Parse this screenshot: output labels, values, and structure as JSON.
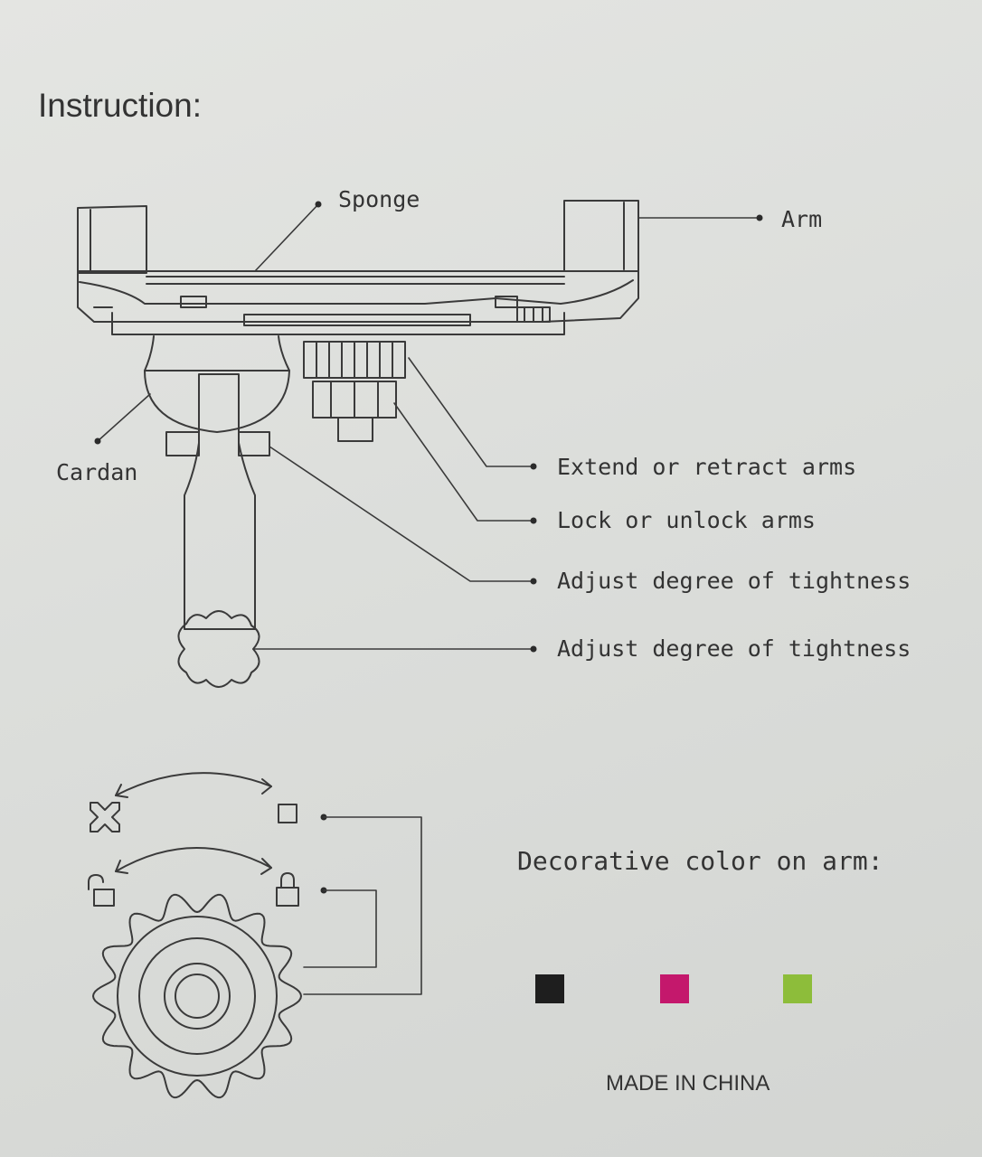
{
  "title": "Instruction:",
  "labels": {
    "sponge": "Sponge",
    "arm": "Arm",
    "cardan": "Cardan",
    "extend": "Extend or retract arms",
    "lock": "Lock or unlock arms",
    "tight1": "Adjust degree of tightness",
    "tight2": "Adjust degree of tightness"
  },
  "decorative": {
    "title": "Decorative color on arm:",
    "colors": [
      "#1e1e1e",
      "#c4186c",
      "#8dbd3a"
    ]
  },
  "footer": "MADE IN CHINA"
}
